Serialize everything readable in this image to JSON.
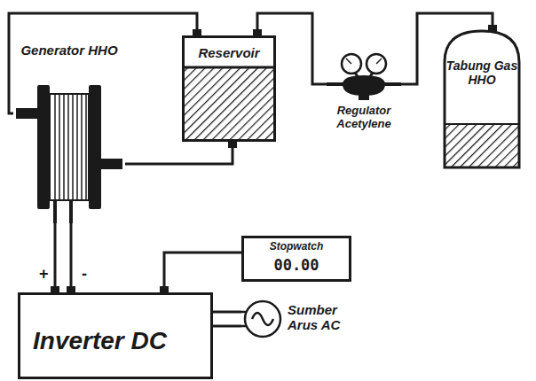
{
  "diagram": {
    "nodes": [
      {
        "text": [
          "Generator HHO"
        ]
      },
      {
        "text": [
          "Reservoir"
        ]
      },
      {
        "text": [
          "Regulator Acetylene"
        ]
      },
      {
        "text": [
          "Tabung Gas HHO"
        ]
      },
      {
        "text": [
          "Stopwatch",
          "00.00"
        ]
      },
      {
        "text": [
          "Inverter DC"
        ]
      },
      {
        "text": [
          "Sumber Arus AC"
        ]
      }
    ],
    "edges": [
      {
        "from": 0,
        "to": 1,
        "arrow": "none"
      },
      {
        "from": 1,
        "to": 0,
        "arrow": "none"
      },
      {
        "from": 1,
        "to": 2,
        "arrow": "none"
      },
      {
        "from": 2,
        "to": 3,
        "arrow": "none"
      },
      {
        "from": 0,
        "to": 5,
        "arrow": "none"
      },
      {
        "from": 0,
        "to": 5,
        "arrow": "none"
      },
      {
        "from": 4,
        "to": 5,
        "arrow": "none"
      },
      {
        "from": 5,
        "to": 6,
        "arrow": "none"
      },
      {
        "from": 5,
        "to": 6,
        "arrow": "none"
      }
    ],
    "labels": [
      "+",
      "-"
    ]
  }
}
